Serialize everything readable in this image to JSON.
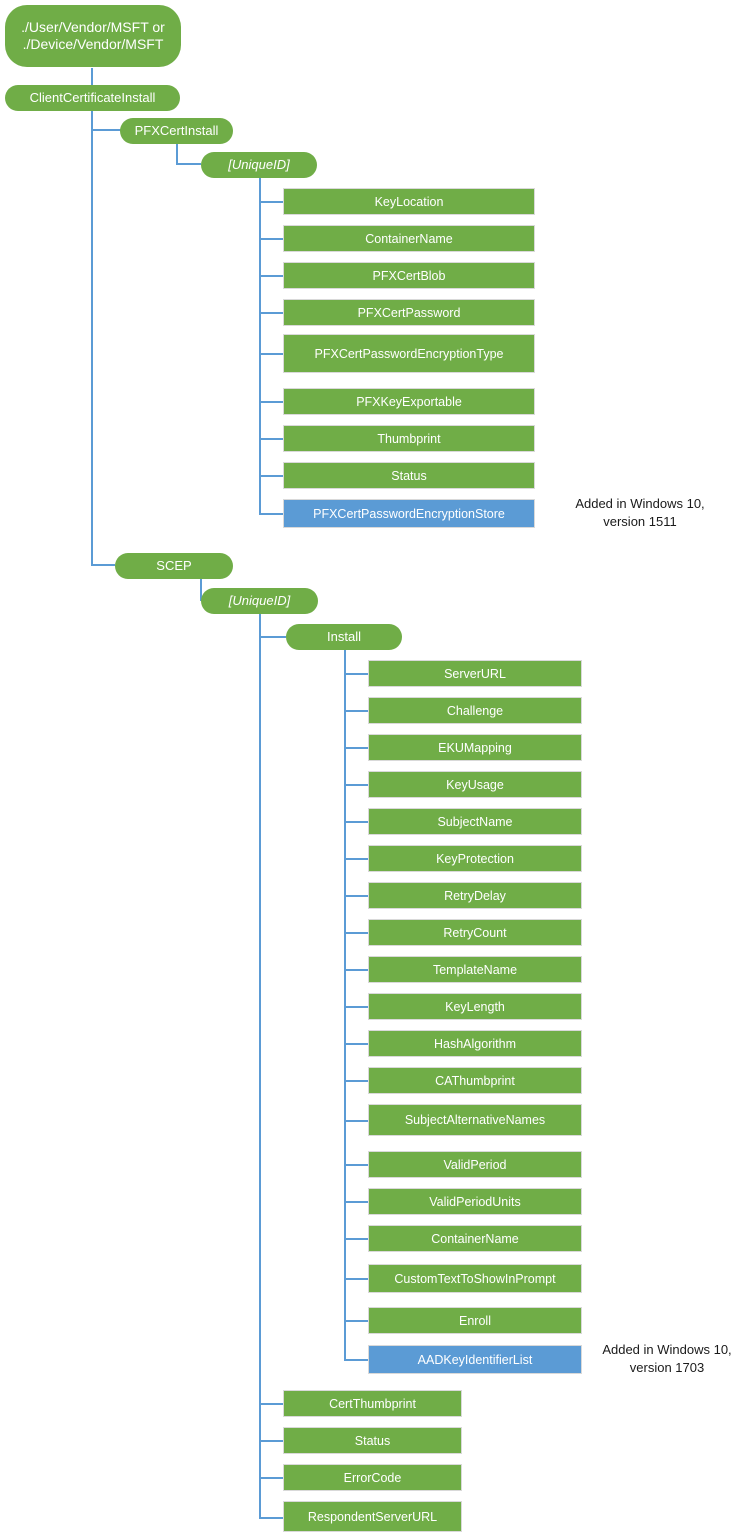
{
  "diagram": {
    "title": "ClientCertificateInstall CSP configuration service provider tree",
    "colors": {
      "node_green": "#70AD47",
      "node_blue": "#5B9BD5",
      "connector": "#5B9BD5",
      "node_text": "#FFFFFF",
      "note_text": "#1A1A1A",
      "background": "#FFFFFF"
    },
    "nodes": {
      "root": "./User/Vendor/MSFT or\n./Device/Vendor/MSFT",
      "client_certificate_install": "ClientCertificateInstall",
      "pfx_cert_install": "PFXCertInstall",
      "pfx_unique_id": "[UniqueID]",
      "scep": "SCEP",
      "scep_unique_id": "[UniqueID]",
      "install": "Install"
    },
    "pfx_cert_install_children": [
      {
        "label": "KeyLocation",
        "color": "green"
      },
      {
        "label": "ContainerName",
        "color": "green"
      },
      {
        "label": "PFXCertBlob",
        "color": "green"
      },
      {
        "label": "PFXCertPassword",
        "color": "green"
      },
      {
        "label": "PFXCertPasswordEncryptionType",
        "color": "green"
      },
      {
        "label": "PFXKeyExportable",
        "color": "green"
      },
      {
        "label": "Thumbprint",
        "color": "green"
      },
      {
        "label": "Status",
        "color": "green"
      },
      {
        "label": "PFXCertPasswordEncryptionStore",
        "color": "blue"
      }
    ],
    "scep_install_children": [
      {
        "label": "ServerURL",
        "color": "green"
      },
      {
        "label": "Challenge",
        "color": "green"
      },
      {
        "label": "EKUMapping",
        "color": "green"
      },
      {
        "label": "KeyUsage",
        "color": "green"
      },
      {
        "label": "SubjectName",
        "color": "green"
      },
      {
        "label": "KeyProtection",
        "color": "green"
      },
      {
        "label": "RetryDelay",
        "color": "green"
      },
      {
        "label": "RetryCount",
        "color": "green"
      },
      {
        "label": "TemplateName",
        "color": "green"
      },
      {
        "label": "KeyLength",
        "color": "green"
      },
      {
        "label": "HashAlgorithm",
        "color": "green"
      },
      {
        "label": "CAThumbprint",
        "color": "green"
      },
      {
        "label": "SubjectAlternativeNames",
        "color": "green"
      },
      {
        "label": "ValidPeriod",
        "color": "green"
      },
      {
        "label": "ValidPeriodUnits",
        "color": "green"
      },
      {
        "label": "ContainerName",
        "color": "green"
      },
      {
        "label": "CustomTextToShowInPrompt",
        "color": "green"
      },
      {
        "label": "Enroll",
        "color": "green"
      },
      {
        "label": "AADKeyIdentifierList",
        "color": "blue"
      }
    ],
    "scep_unique_id_children": [
      {
        "label": "CertThumbprint",
        "color": "green"
      },
      {
        "label": "Status",
        "color": "green"
      },
      {
        "label": "ErrorCode",
        "color": "green"
      },
      {
        "label": "RespondentServerURL",
        "color": "green"
      }
    ],
    "notes": [
      {
        "text": "Added in Windows 10,\nversion 1511",
        "target": "PFXCertPasswordEncryptionStore"
      },
      {
        "text": "Added in Windows 10,\nversion 1703",
        "target": "AADKeyIdentifierList"
      }
    ]
  }
}
